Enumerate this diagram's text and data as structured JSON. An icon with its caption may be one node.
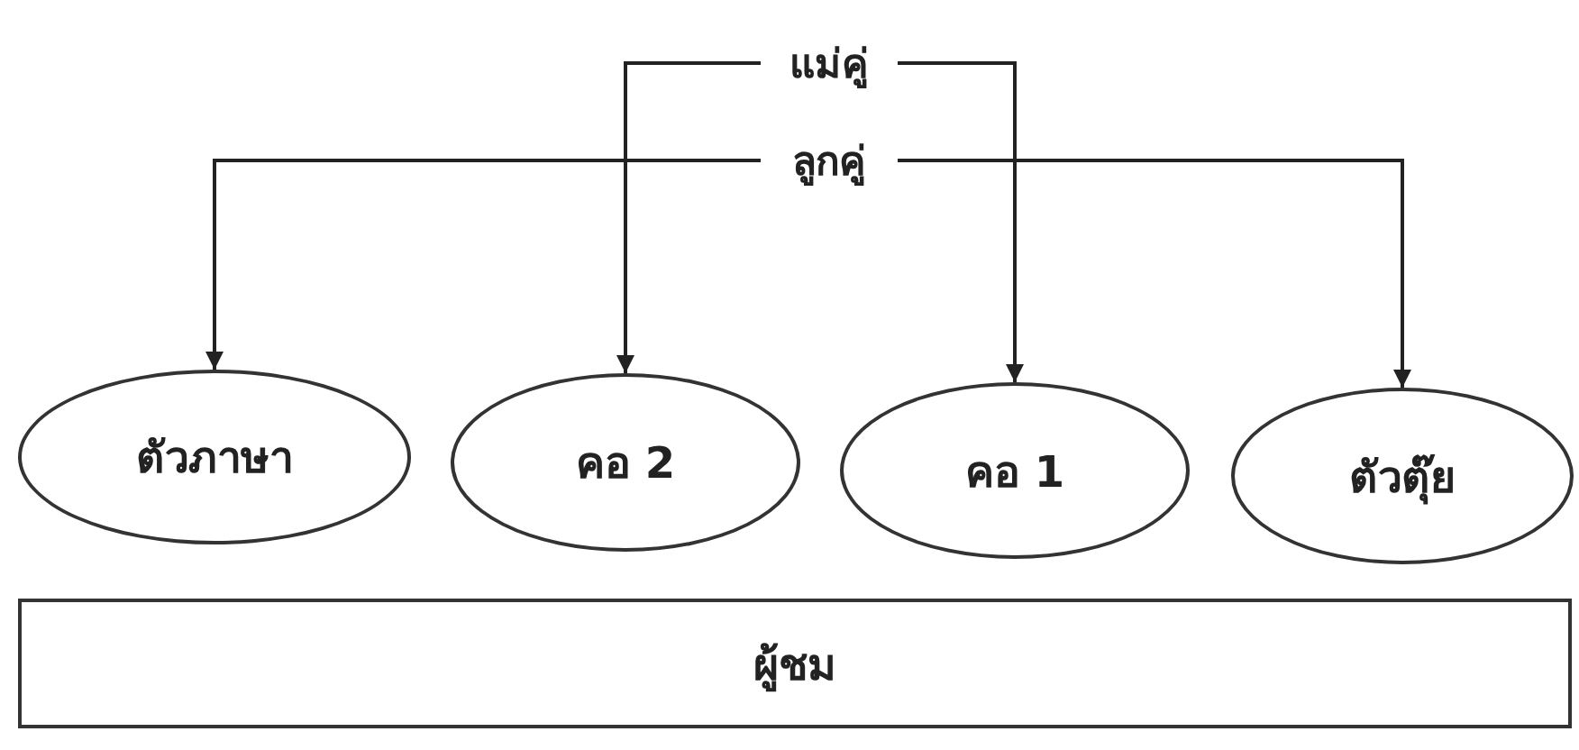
{
  "diagram": {
    "nodes": [
      {
        "text": [
          "แม่คู่"
        ]
      },
      {
        "text": [
          "ลูกคู่"
        ]
      },
      {
        "text": [
          "ตัวภาษา"
        ]
      },
      {
        "text": [
          "คอ 2"
        ]
      },
      {
        "text": [
          "คอ 1"
        ]
      },
      {
        "text": [
          "ตัวตุ๊ย"
        ]
      },
      {
        "text": [
          "ผู้ชม"
        ]
      }
    ],
    "edges": [
      {
        "from": 0,
        "to": 3,
        "arrow": "to"
      },
      {
        "from": 0,
        "to": 4,
        "arrow": "to"
      },
      {
        "from": 1,
        "to": 2,
        "arrow": "to"
      },
      {
        "from": 1,
        "to": 5,
        "arrow": "to"
      }
    ]
  }
}
